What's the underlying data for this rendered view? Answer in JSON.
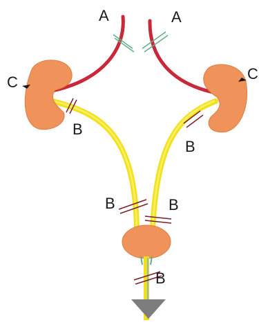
{
  "labels": {
    "a_left": "A",
    "a_right": "A",
    "c_left": "C",
    "c_right": "C",
    "b_left_kidney": "B",
    "b_right_kidney": "B",
    "b_left_lower": "B",
    "b_right_lower": "B",
    "b_urethra": "B"
  },
  "colors": {
    "kidney": "#f0935a",
    "bladder": "#f0935a",
    "artery": "#c8283a",
    "ureter": "#f2e11a",
    "nerve_green": "#5fae87",
    "nerve_dark": "#7a1e28",
    "funnel": "#7d7d7d"
  }
}
